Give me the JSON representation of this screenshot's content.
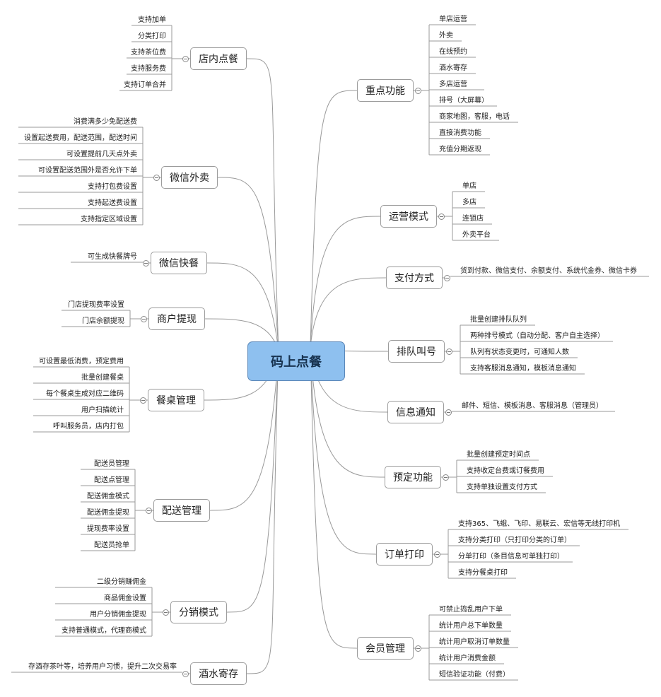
{
  "title": "码上点餐",
  "left": [
    {
      "label": "店内点餐",
      "items": [
        "支持加单",
        "分类打印",
        "支持茶位费",
        "支持服务费",
        "支持订单合并"
      ]
    },
    {
      "label": "微信外卖",
      "items": [
        "消费满多少免配送费",
        "设置起送费用，配送范围，配送时间",
        "可设置提前几天点外卖",
        "可设置配送范围外是否允许下单",
        "支持打包费设置",
        "支持起送费设置",
        "支持指定区域设置"
      ]
    },
    {
      "label": "微信快餐",
      "items": [
        "可生成快餐牌号"
      ]
    },
    {
      "label": "商户提现",
      "items": [
        "门店提现费率设置",
        "门店余额提现"
      ]
    },
    {
      "label": "餐桌管理",
      "items": [
        "可设置最低消费，预定费用",
        "批量创建餐桌",
        "每个餐桌生成对应二维码",
        "用户扫描统计",
        "呼叫服务员，店内打包"
      ]
    },
    {
      "label": "配送管理",
      "items": [
        "配送员管理",
        "配送点管理",
        "配送佣金模式",
        "配送佣金提现",
        "提现费率设置",
        "配送员抢单"
      ]
    },
    {
      "label": "分销模式",
      "items": [
        "二级分销赚佣金",
        "商品佣金设置",
        "用户分销佣金提现",
        "支持普通模式，代理商模式"
      ]
    },
    {
      "label": "酒水寄存",
      "items": [
        "存酒存茶叶等，培养用户习惯，提升二次交易率"
      ]
    }
  ],
  "right": [
    {
      "label": "重点功能",
      "items": [
        "单店运营",
        "外卖",
        "在线预约",
        "酒水寄存",
        "多店运营",
        "排号（大屏幕）",
        "商家地图，客服，电话",
        "直接消费功能",
        "充值分期返现"
      ]
    },
    {
      "label": "运营模式",
      "items": [
        "单店",
        "多店",
        "连锁店",
        "外卖平台"
      ]
    },
    {
      "label": "支付方式",
      "items": [
        "货到付款、微信支付、余额支付、系统代金券、微信卡券"
      ]
    },
    {
      "label": "排队叫号",
      "items": [
        "批量创建排队队列",
        "两种排号模式（自动分配、客户自主选择）",
        "队列有状态变更时，可通知人数",
        "支持客服消息通知，模板消息通知"
      ]
    },
    {
      "label": "信息通知",
      "items": [
        "邮件、短信、模板消息、客服消息（管理员）"
      ]
    },
    {
      "label": "预定功能",
      "items": [
        "批量创建预定时间点",
        "支持收定台费或订餐费用",
        "支持单独设置支付方式"
      ]
    },
    {
      "label": "订单打印",
      "items": [
        "支持365、飞蛾、飞印、易联云、宏信等无线打印机",
        "支持分类打印（只打印分类的订单）",
        "分单打印（条目信息可单独打印）",
        "支持分餐桌打印"
      ]
    },
    {
      "label": "会员管理",
      "items": [
        "可禁止捣乱用户下单",
        "统计用户总下单数量",
        "统计用户取消订单数量",
        "统计用户消费金额",
        "短信验证功能（付费）"
      ]
    }
  ]
}
